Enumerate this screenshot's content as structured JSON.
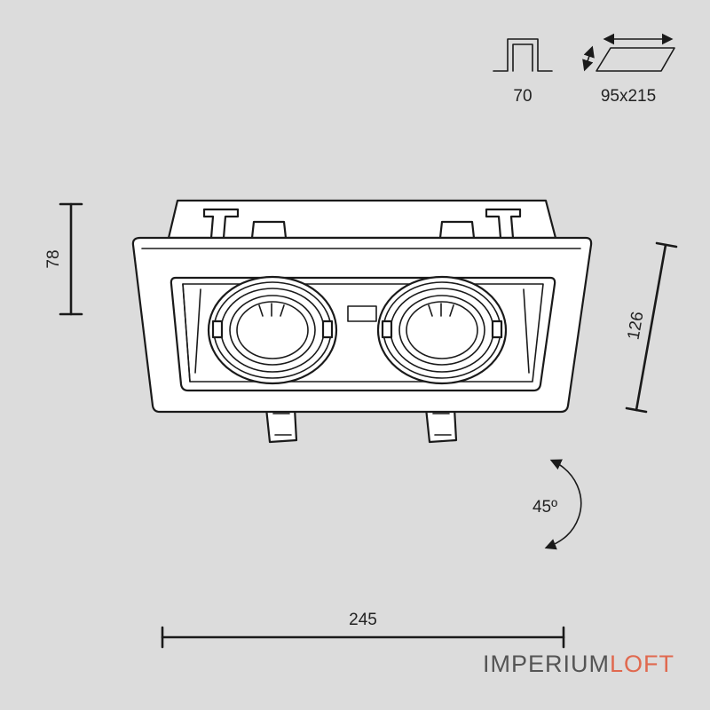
{
  "dimensions": {
    "height_label": "78",
    "depth_label": "126",
    "width_label": "245",
    "rotation_label": "45º",
    "cutout_depth_label": "70",
    "cutout_size_label": "95x215"
  },
  "brand": {
    "part1": "IMPERIUM",
    "part2": "LOFT",
    "color_part1": "#555555",
    "color_part2": "#e0694f"
  },
  "colors": {
    "background": "#dcdcdc",
    "line": "#1a1a1a",
    "fixture_fill": "#ffffff"
  }
}
